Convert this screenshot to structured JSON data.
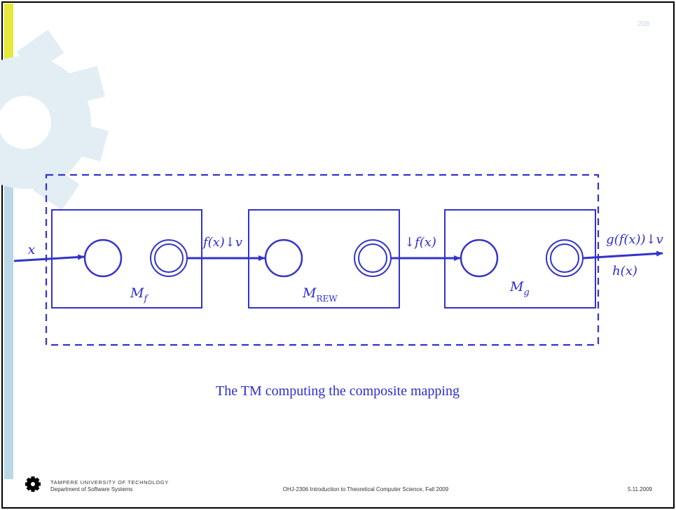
{
  "slide": {
    "page_number": "208",
    "caption": "The TM computing the composite mapping",
    "colors": {
      "diagram": "#3333cc",
      "accent_yellow": "#e6e83a",
      "accent_gray": "#bdbdbd",
      "accent_blue": "#bcd8e8",
      "gear": "#e3eef4"
    }
  },
  "diagram": {
    "input_label": "x",
    "machines": [
      {
        "name": "M",
        "subscript": "f"
      },
      {
        "name": "M",
        "subscript": "REW"
      },
      {
        "name": "M",
        "subscript": "g"
      }
    ],
    "edge_labels": [
      "f(x)↓v",
      "↓f(x)"
    ],
    "output_label_top": "g(f(x))↓v",
    "output_label_bottom": "h(x)"
  },
  "footer": {
    "university": "TAMPERE UNIVERSITY OF TECHNOLOGY",
    "department": "Department of Software Systems",
    "course": "OHJ-2306 Introduction to Theoretical Computer Science, Fall 2009",
    "date": "5.11.2009"
  }
}
